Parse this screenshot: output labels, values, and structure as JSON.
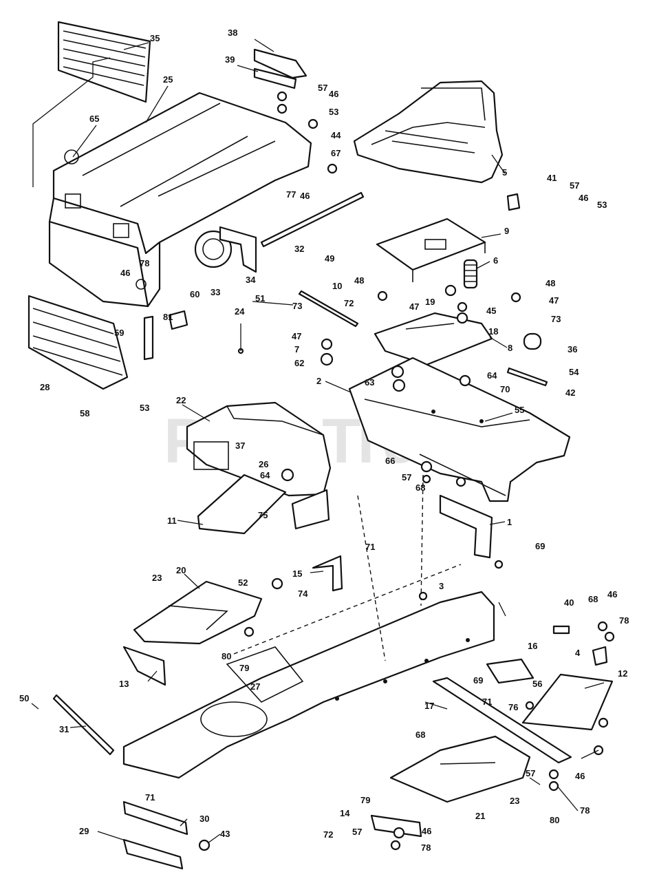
{
  "watermark": "PartsTree",
  "labels": {
    "l1": "1",
    "l2": "2",
    "l3": "3",
    "l4": "4",
    "l5": "5",
    "l6": "6",
    "l7": "7",
    "l8": "8",
    "l9": "9",
    "l10": "10",
    "l11": "11",
    "l12": "12",
    "l13": "13",
    "l14": "14",
    "l15": "15",
    "l16": "16",
    "l17": "17",
    "l18": "18",
    "l19": "19",
    "l20": "20",
    "l21": "21",
    "l22": "22",
    "l23a": "23",
    "l23b": "23",
    "l24": "24",
    "l25": "25",
    "l26": "26",
    "l27": "27",
    "l28": "28",
    "l29": "29",
    "l30": "30",
    "l31": "31",
    "l32": "32",
    "l33": "33",
    "l34": "34",
    "l35": "35",
    "l36": "36",
    "l37": "37",
    "l38": "38",
    "l39": "39",
    "l40": "40",
    "l41": "41",
    "l42": "42",
    "l43": "43",
    "l44": "44",
    "l45": "45",
    "l46a": "46",
    "l46b": "46",
    "l46c": "46",
    "l46d": "46",
    "l46e": "46",
    "l46f": "46",
    "l47a": "47",
    "l47b": "47",
    "l47c": "47",
    "l48a": "48",
    "l48b": "48",
    "l49": "49",
    "l50": "50",
    "l51": "51",
    "l52": "52",
    "l53a": "53",
    "l53b": "53",
    "l53c": "53",
    "l54": "54",
    "l55": "55",
    "l56": "56",
    "l57a": "57",
    "l57b": "57",
    "l57c": "57",
    "l57d": "57",
    "l57e": "57",
    "l58": "58",
    "l59": "59",
    "l60": "60",
    "l62": "62",
    "l63": "63",
    "l64": "64",
    "l65": "65",
    "l66": "66",
    "l67": "67",
    "l68a": "68",
    "l68b": "68",
    "l68c": "68",
    "l69a": "69",
    "l69b": "69",
    "l70": "70",
    "l71a": "71",
    "l71b": "71",
    "l71c": "71",
    "l72a": "72",
    "l72b": "72",
    "l73a": "73",
    "l73b": "73",
    "l74": "74",
    "l75": "75",
    "l76": "76",
    "l77": "77",
    "l78a": "78",
    "l78b": "78",
    "l78c": "78",
    "l78d": "78",
    "l79a": "79",
    "l79b": "79",
    "l80a": "80",
    "l80b": "80",
    "l81": "81"
  }
}
